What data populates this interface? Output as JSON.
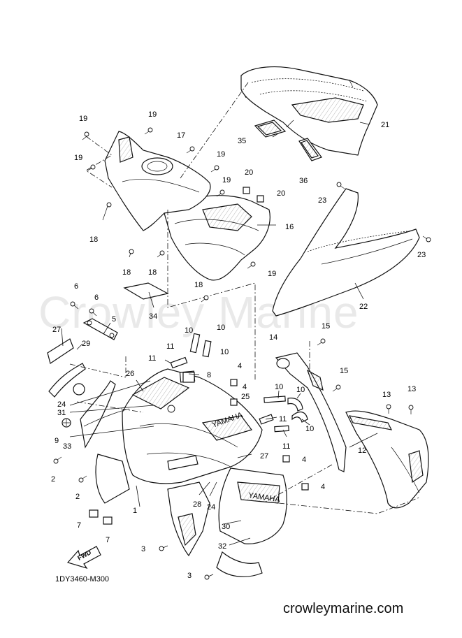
{
  "watermark": "Crowley Marine",
  "diagram_code": "1DY3460-M300",
  "footer_url": "crowleymarine.com",
  "fwd_label": "FWD",
  "part_labels": {
    "l1": "1",
    "l2a": "2",
    "l2b": "2",
    "l3a": "3",
    "l3b": "3",
    "l4a": "4",
    "l4b": "4",
    "l4c": "4",
    "l4d": "4",
    "l5": "5",
    "l6a": "6",
    "l6b": "6",
    "l7a": "7",
    "l7b": "7",
    "l8": "8",
    "l9": "9",
    "l10a": "10",
    "l10b": "10",
    "l10c": "10",
    "l10d": "10",
    "l10e": "10",
    "l10f": "10",
    "l11a": "11",
    "l11b": "11",
    "l11c": "11",
    "l11d": "11",
    "l12": "12",
    "l13a": "13",
    "l13b": "13",
    "l14": "14",
    "l15a": "15",
    "l15b": "15",
    "l16": "16",
    "l17": "17",
    "l18a": "18",
    "l18b": "18",
    "l18c": "18",
    "l18d": "18",
    "l19a": "19",
    "l19b": "19",
    "l19c": "19",
    "l19d": "19",
    "l19e": "19",
    "l19f": "19",
    "l20a": "20",
    "l20b": "20",
    "l21": "21",
    "l22": "22",
    "l23a": "23",
    "l23b": "23",
    "l24a": "24",
    "l24b": "24",
    "l25": "25",
    "l26": "26",
    "l27a": "27",
    "l27b": "27",
    "l28": "28",
    "l29": "29",
    "l30": "30",
    "l31": "31",
    "l32": "32",
    "l33": "33",
    "l34": "34",
    "l35": "35",
    "l36": "36"
  },
  "decal_text": {
    "yamaha_a": "YAMAHA",
    "yamaha_b": "YAMAHA"
  }
}
